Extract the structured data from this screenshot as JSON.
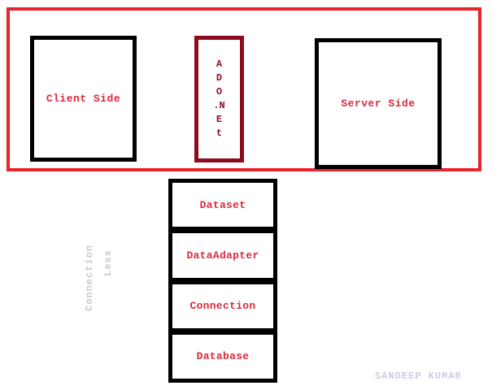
{
  "diagram": {
    "title": "ADO.NET Connected and Connection-Less architecture diagram",
    "colors": {
      "red_frame": "#e8232a",
      "box_border": "#000000",
      "ado_border": "#8c0b1e",
      "label_red": "#d82a3f",
      "ado_text": "#8c0b1e",
      "ghost_gray": "#c9c9cf",
      "watermark": "#cdcde0",
      "background": "#ffffff"
    },
    "top_section": {
      "client_box_label": "Client Side",
      "server_box_label": "Server Side",
      "ado_box": {
        "name": "ADO.NET",
        "vertical_lines": [
          "A",
          "D",
          "O",
          ".N",
          "E",
          "t"
        ]
      }
    },
    "stack": {
      "cells": [
        {
          "label": "Dataset"
        },
        {
          "label": "DataAdapter"
        },
        {
          "label": "Connection"
        },
        {
          "label": "Database"
        }
      ]
    },
    "annotations": {
      "connection_less_line1": "Connection",
      "connection_less_line2": "Less"
    },
    "watermark": "SANDEEP  KUMAR"
  }
}
